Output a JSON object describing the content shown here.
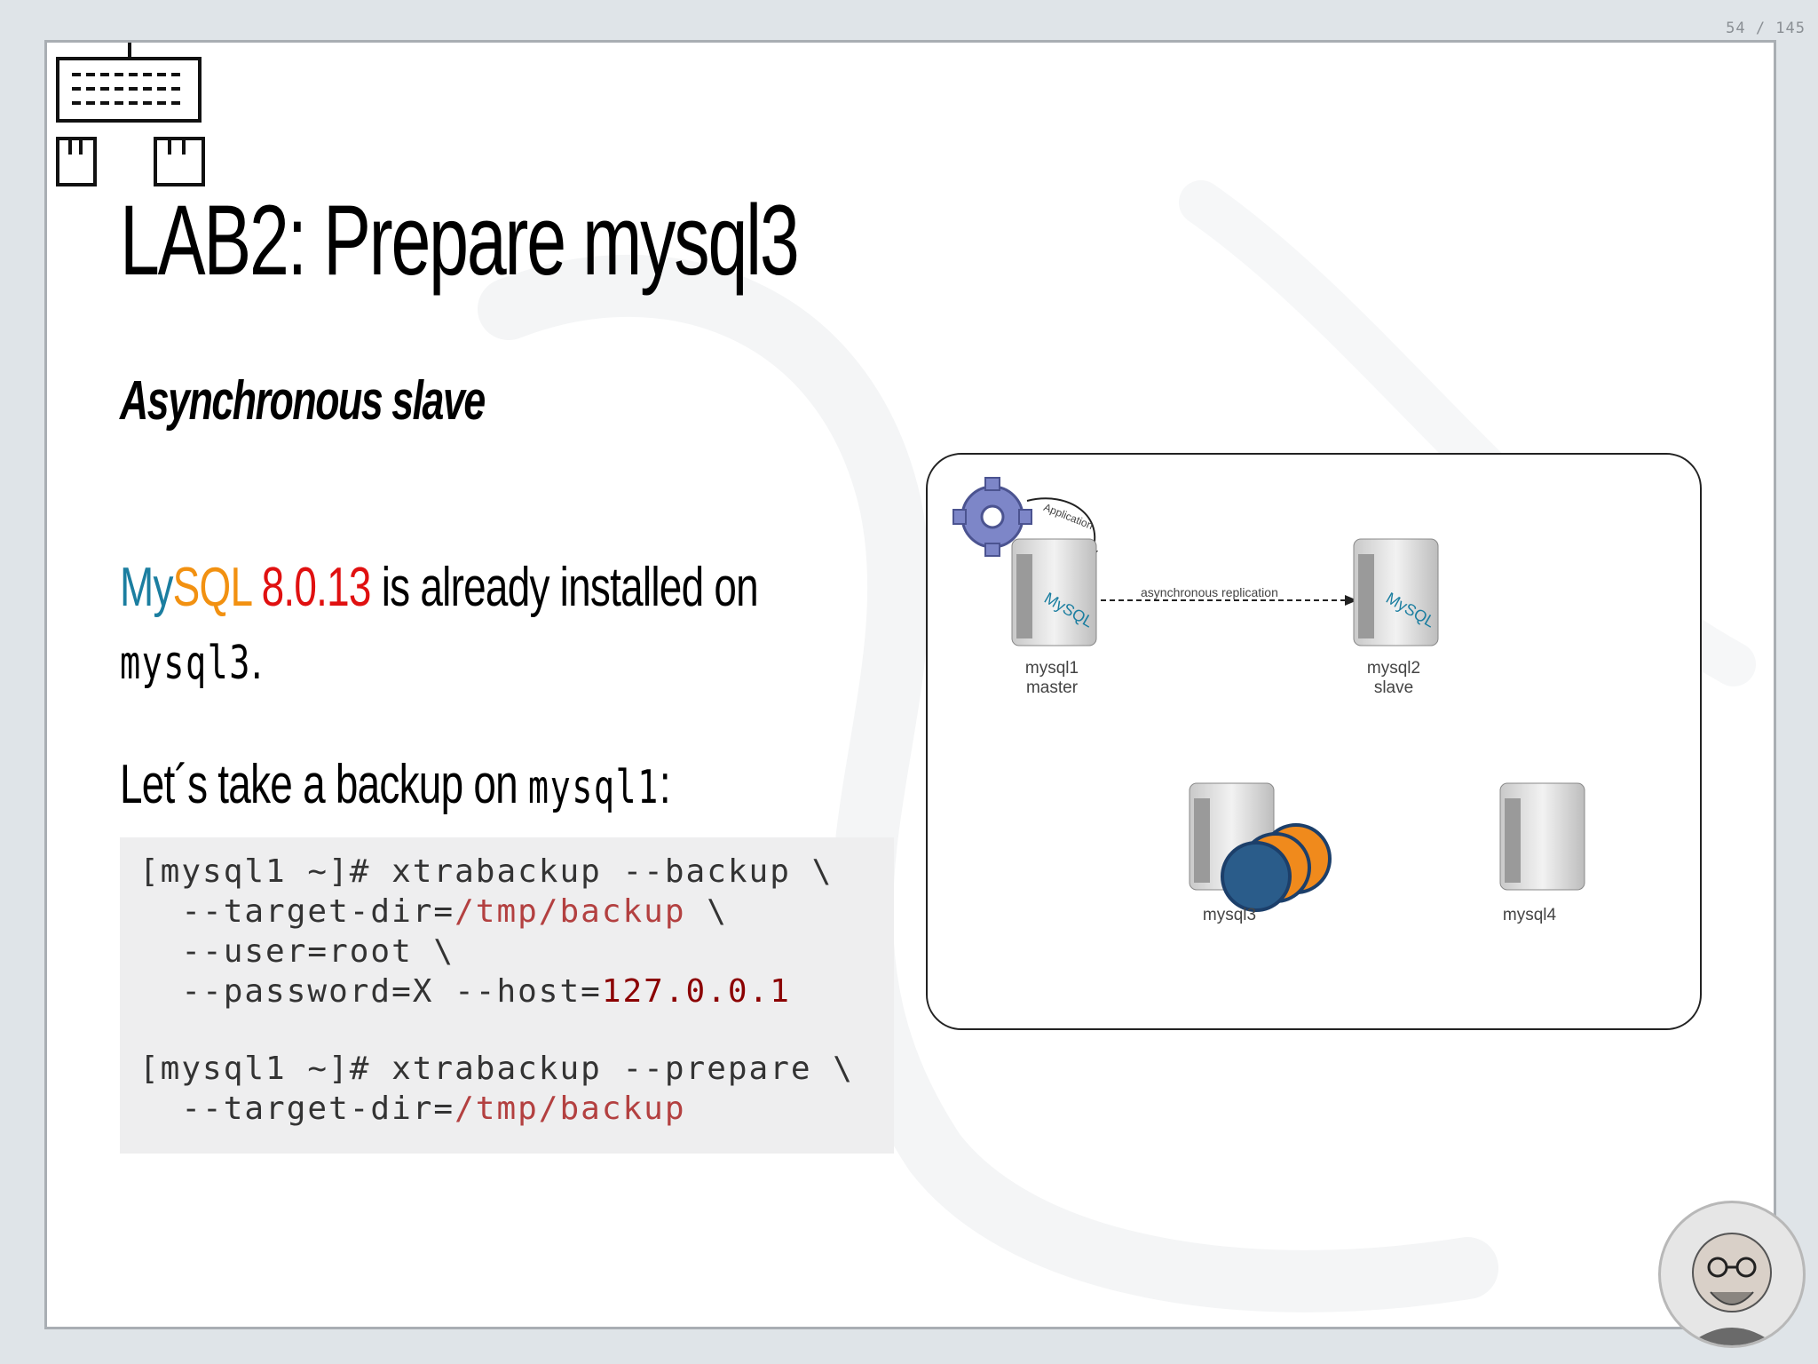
{
  "page_counter": "54 / 145",
  "slide": {
    "title": "LAB2: Prepare mysql3",
    "subtitle": "Asynchronous slave",
    "para1": {
      "brand_my": "My",
      "brand_sql": "SQL",
      "version": "8.0.13",
      "text": " is already installed on",
      "host": "mysql3",
      "end": "."
    },
    "para2": {
      "text": "Let´s take a backup on ",
      "host": "mysql1",
      "end": ":"
    },
    "code": {
      "l1": "[mysql1 ~]# xtrabackup --backup \\",
      "l2_a": "  --target-dir=",
      "l2_path": "/tmp/backup",
      "l2_b": " \\",
      "l3": "  --user=root \\",
      "l4_a": "  --password=X --host=",
      "l4_num": "127.0.0.1",
      "l5": "[mysql1 ~]# xtrabackup --prepare \\",
      "l6_a": "  --target-dir=",
      "l6_path": "/tmp/backup"
    },
    "diagram": {
      "app_label": "Application",
      "repl_label": "asynchronous replication",
      "servers": [
        {
          "name": "mysql1",
          "role": "master"
        },
        {
          "name": "mysql2",
          "role": "slave"
        },
        {
          "name": "mysql3",
          "role": ""
        },
        {
          "name": "mysql4",
          "role": ""
        }
      ]
    }
  }
}
